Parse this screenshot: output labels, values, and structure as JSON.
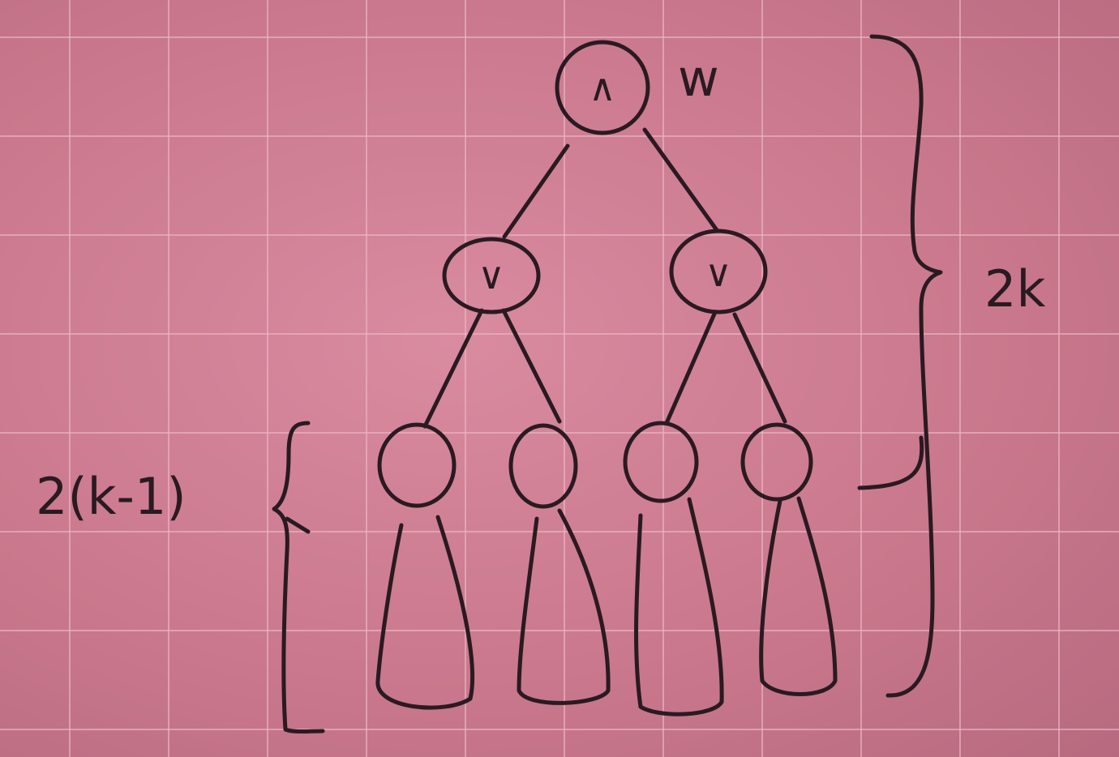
{
  "diagram": {
    "root": {
      "operator": "∧",
      "name": "w"
    },
    "children": [
      {
        "operator": "∨"
      },
      {
        "operator": "∨"
      }
    ],
    "leaf_count": 4,
    "brace_right_label": "2k",
    "brace_left_label": "2(k-1)"
  },
  "colors": {
    "paper": "#cf7f93",
    "grid": "#ecb7c5",
    "ink": "#2a1a22"
  }
}
